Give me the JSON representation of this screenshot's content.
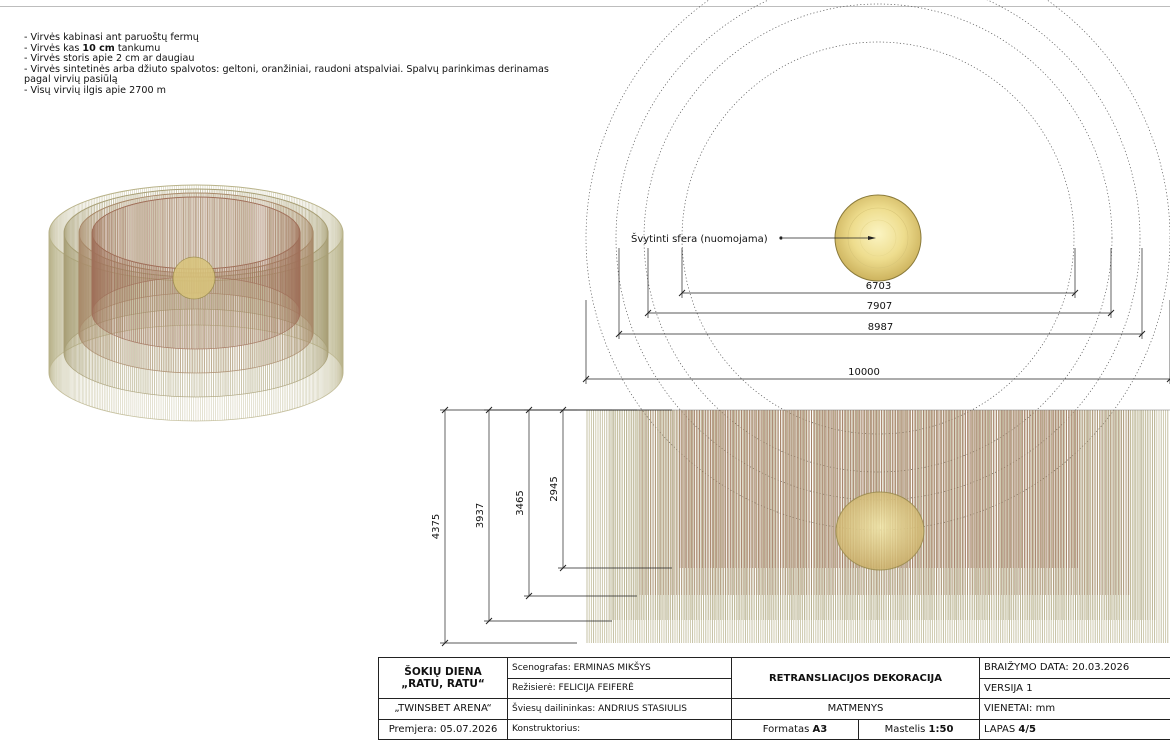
{
  "notes": {
    "n1": "- Virvės kabinasi ant paruoštų fermų",
    "n2_pre": "- Virvės kas ",
    "n2_bold": "10 cm",
    "n2_post": " tankumu",
    "n3": "- Virvės storis apie 2 cm ar daugiau",
    "n4": "- Virvės sintetinės arba džiuto spalvotos: geltoni, oranžiniai, raudoni atspalviai. Spalvų parinkimas derinamas pagal virvių pasiūlą",
    "n5": "- Visų virvių ilgis apie 2700 m"
  },
  "plan": {
    "sphere_label": "Švytinti sfera (nuomojama)",
    "dims": [
      "6703",
      "7907",
      "8987",
      "10000"
    ]
  },
  "elevation": {
    "dims": [
      "4375",
      "3937",
      "3465",
      "2945"
    ]
  },
  "colors": {
    "outer_rope": "#b9b38a",
    "mid_rope": "#a89f76",
    "inner_rope": "#a0705a",
    "sphere_fill": "#e3d07a",
    "sphere_stroke": "#8a7a3a",
    "line": "#222222"
  },
  "title_block": {
    "project_line1": "ŠOKIŲ DIENA",
    "project_line2": "„RATU, RATU“",
    "venue": "„TWINSBET ARENA“",
    "premiere": "Premjera: 05.07.2026",
    "scenographer": "Scenografas: ERMINAS MIKŠYS",
    "director": "Režisierė: FELICIJA FEIFERĖ",
    "lighting": "Šviesų dailininkas: ANDRIUS STASIULIS",
    "constructor": "Konstruktorius:",
    "drawing_title": "RETRANSLIACIJOS DEKORACIJA",
    "drawing_subtitle": "MATMENYS",
    "format_label": "Formatas ",
    "format_value": "A3",
    "scale_label": "Mastelis ",
    "scale_value": "1:50",
    "date": "BRAIŽYMO DATA: 20.03.2026",
    "version": "VERSIJA 1",
    "units": "VIENETAI: mm",
    "sheet_label": "LAPAS ",
    "sheet_value": "4/5"
  }
}
